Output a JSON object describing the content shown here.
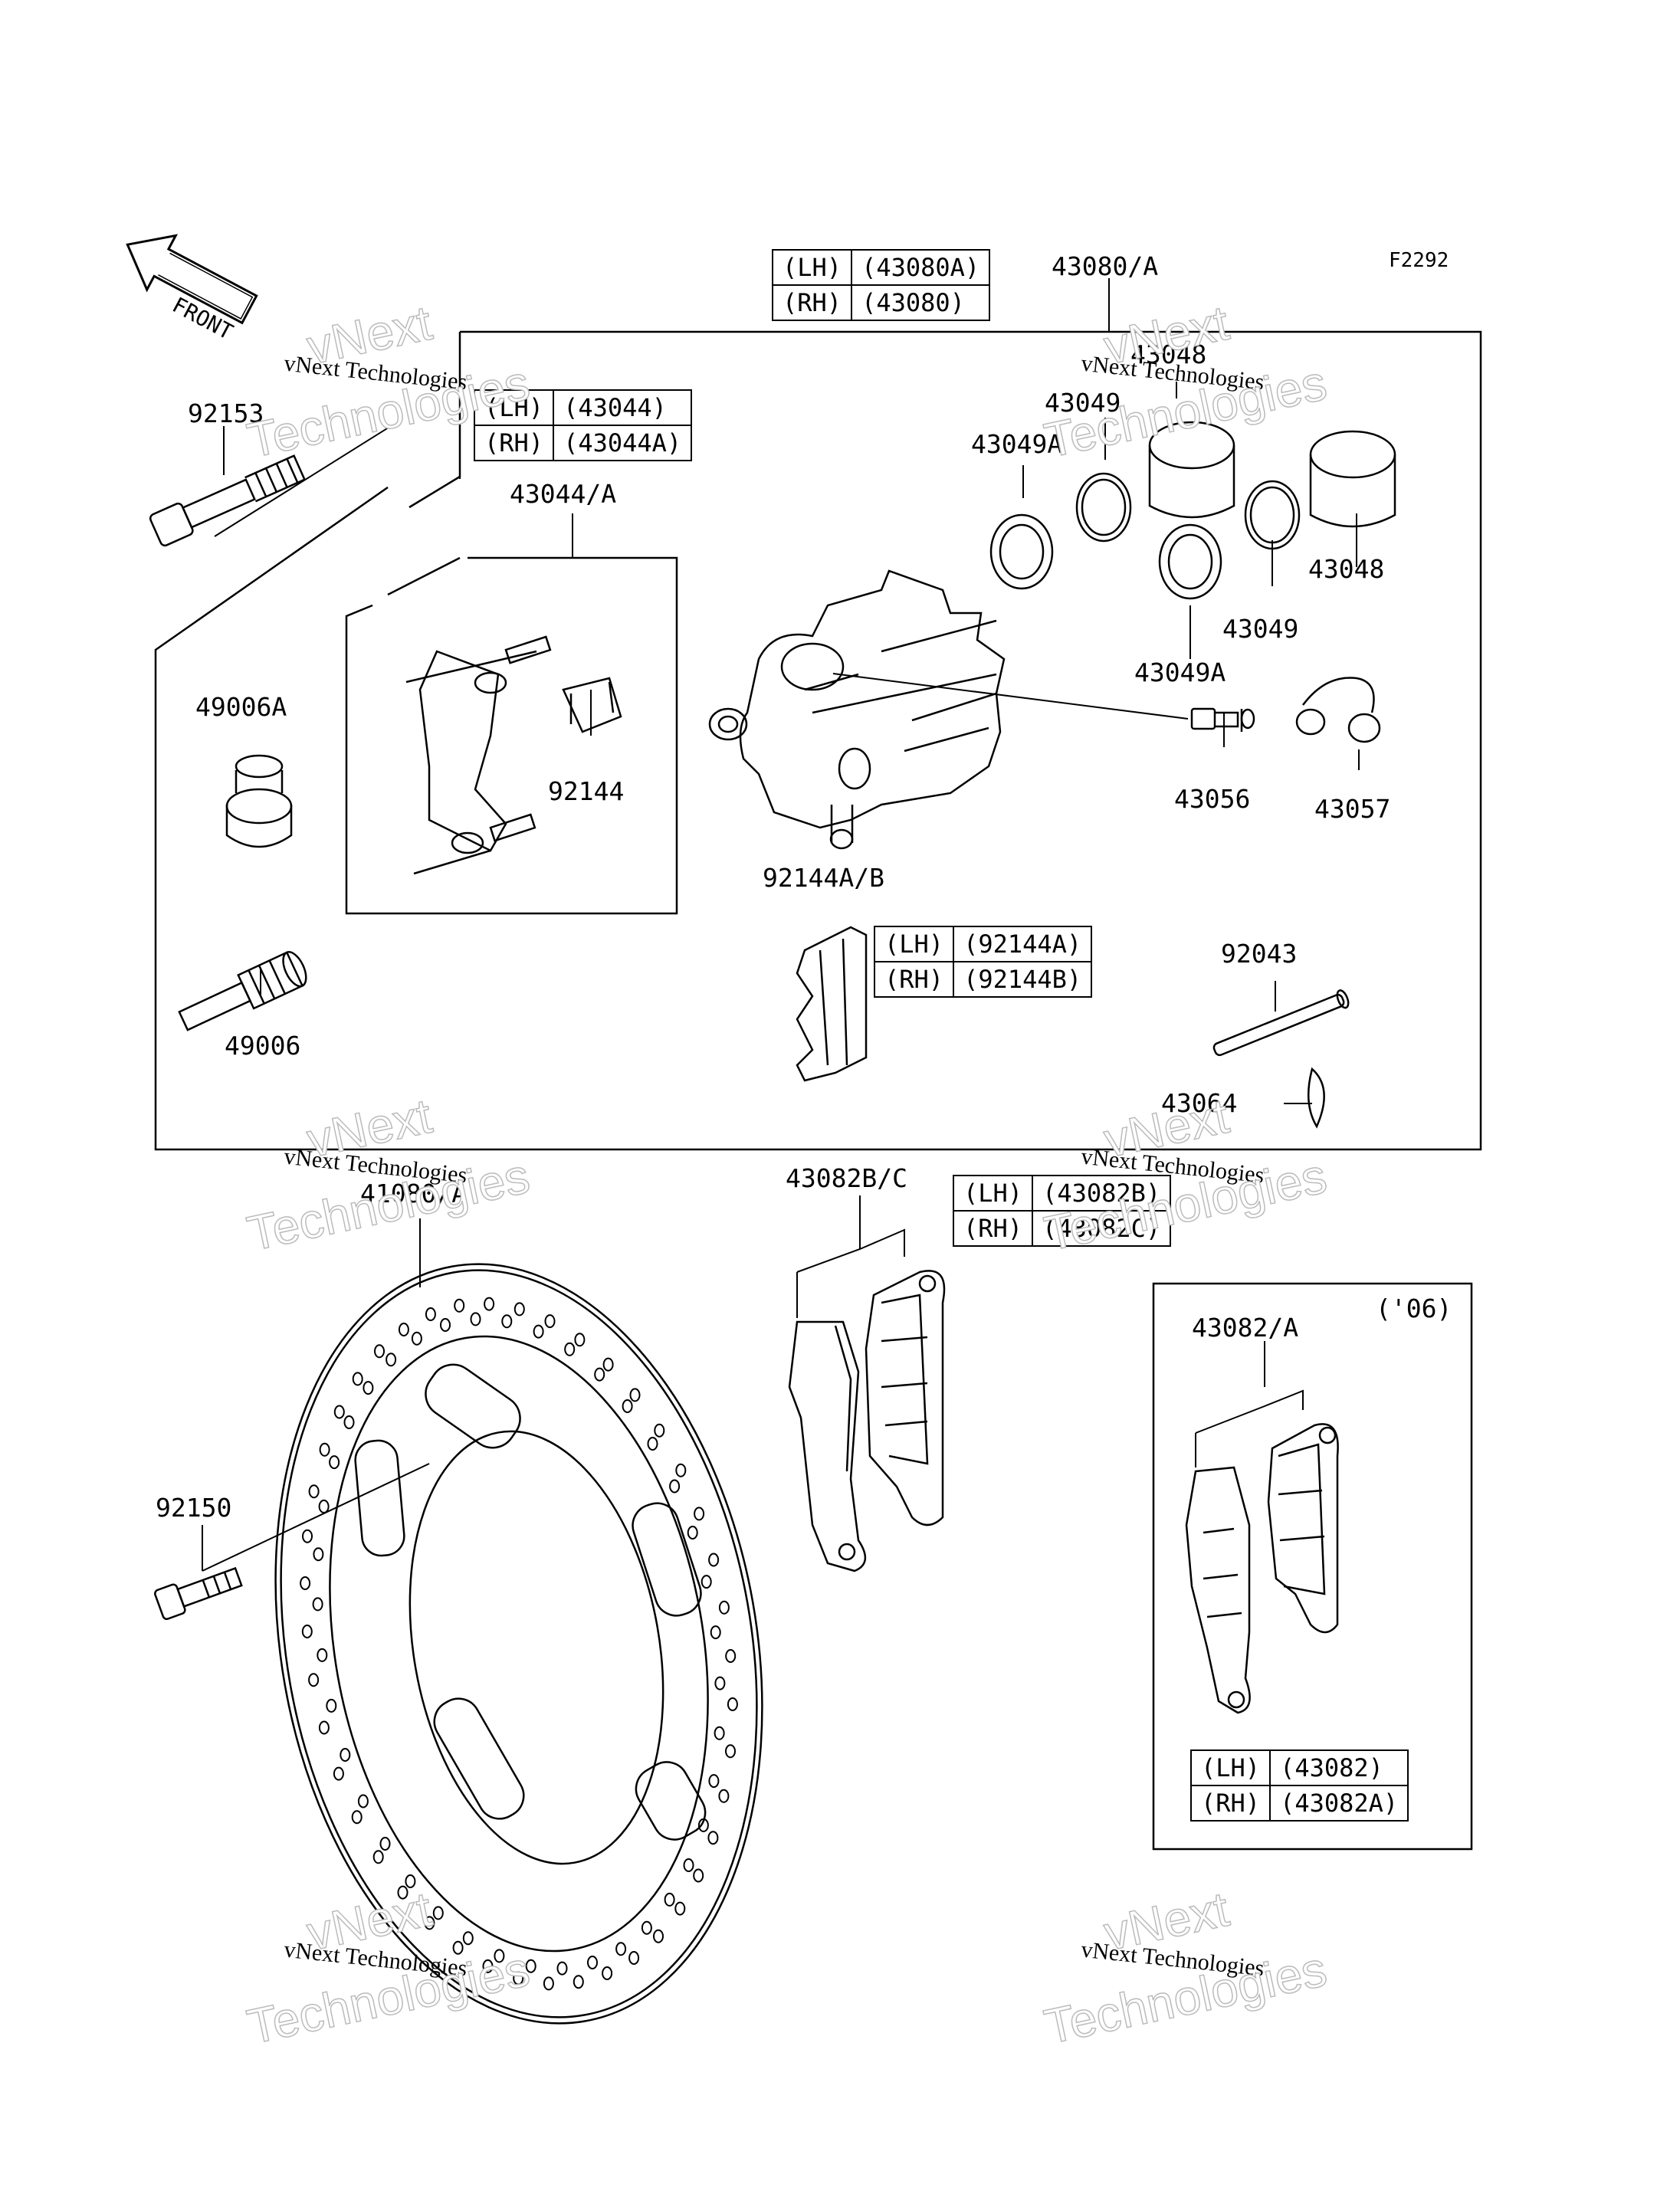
{
  "figure_code": "F2292",
  "front_arrow_label": "FRONT",
  "labels": {
    "p43080A": "43080/A",
    "p43048_top": "43048",
    "p43049_top": "43049",
    "p43049A_top": "43049A",
    "p43048_right": "43048",
    "p43049_right": "43049",
    "p43049A_lower": "43049A",
    "p92153": "92153",
    "p43044A": "43044/A",
    "p92144": "92144",
    "p49006A": "49006A",
    "p49006": "49006",
    "p43056": "43056",
    "p43057": "43057",
    "p92144AB": "92144A/B",
    "p92043": "92043",
    "p43064": "43064",
    "p41080A": "41080/A",
    "p43082BC": "43082B/C",
    "p43082A": "43082/A",
    "p92150": "92150",
    "year06": "('06)"
  },
  "tables": {
    "caliper": {
      "lh": "(LH)",
      "lh_val": "(43080A)",
      "rh": "(RH)",
      "rh_val": "(43080)"
    },
    "holder": {
      "lh": "(LH)",
      "lh_val": "(43044)",
      "rh": "(RH)",
      "rh_val": "(43044A)"
    },
    "spring": {
      "lh": "(LH)",
      "lh_val": "(92144A)",
      "rh": "(RH)",
      "rh_val": "(92144B)"
    },
    "pads_bc": {
      "lh": "(LH)",
      "lh_val": "(43082B)",
      "rh": "(RH)",
      "rh_val": "(43082C)"
    },
    "pads_06": {
      "lh": "(LH)",
      "lh_val": "(43082)",
      "rh": "(RH)",
      "rh_val": "(43082A)"
    }
  },
  "watermark": {
    "brand": "vNext",
    "word": "Technologies",
    "line": "vNext Technologies"
  }
}
